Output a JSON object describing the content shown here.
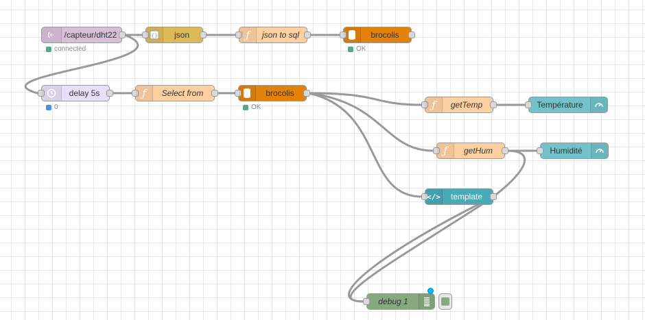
{
  "flow": {
    "nodes": [
      {
        "id": "mqtt",
        "label": "/capteur/dht22",
        "status": "connected",
        "status_color": "#5a8"
      },
      {
        "id": "json",
        "label": "json"
      },
      {
        "id": "json-to-sql",
        "label": "json to sql"
      },
      {
        "id": "mysql1",
        "label": "brocolis",
        "status": "OK",
        "status_color": "#5a8"
      },
      {
        "id": "delay",
        "label": "delay 5s",
        "status": "0",
        "status_color": "#4a90e2"
      },
      {
        "id": "select-from",
        "label": "Select from"
      },
      {
        "id": "mysql2",
        "label": "brocolis",
        "status": "OK",
        "status_color": "#5a8"
      },
      {
        "id": "gettemp",
        "label": "getTemp"
      },
      {
        "id": "temperature",
        "label": "Température"
      },
      {
        "id": "gethum",
        "label": "getHum"
      },
      {
        "id": "humidite",
        "label": "Humidité"
      },
      {
        "id": "template",
        "label": "template"
      },
      {
        "id": "debug",
        "label": "debug 1"
      }
    ]
  },
  "colors": {
    "mqtt": "#d8bfd8",
    "json": "#deb958",
    "function": "#fdd0a2",
    "mysql": "#e2820b",
    "delay": "#e6e0f8",
    "dashboard": "#72c2c9",
    "template": "#47abb7",
    "debug": "#87a980"
  },
  "icons": {
    "mqtt": "wifi-icon",
    "json": "braces-icon",
    "function": "function-icon",
    "mysql": "database-icon",
    "delay": "timer-icon",
    "gauge": "gauge-icon",
    "template": "code-icon",
    "debug": "list-icon"
  }
}
